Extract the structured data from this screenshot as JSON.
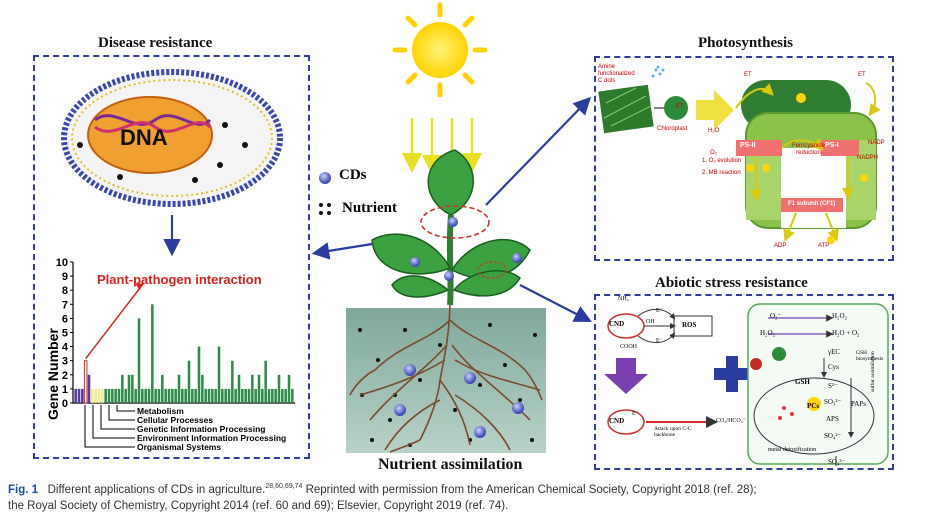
{
  "titles": {
    "disease": "Disease resistance",
    "photosynthesis": "Photosynthesis",
    "abiotic": "Abiotic stress resistance",
    "nutrient": "Nutrient assimilation"
  },
  "legend": {
    "cds": "CDs",
    "nutrient": "Nutrient"
  },
  "dna": {
    "label": "DNA"
  },
  "gene_chart": {
    "annotation": "Plant-pathogen interaction",
    "ylabel": "Gene Number",
    "yticks": [
      "0",
      "1",
      "2",
      "3",
      "4",
      "5",
      "6",
      "7",
      "8",
      "9",
      "10"
    ],
    "categories": [
      "Metabolism",
      "Cellular Processes",
      "Genetic Information Processing",
      "Environment Information Processing",
      "Organismal Systems"
    ],
    "chart_data": {
      "type": "bar",
      "ylabel": "Gene Number",
      "ylim": [
        0,
        10
      ],
      "values": [
        1,
        1,
        1,
        3,
        2,
        1,
        1,
        1,
        1,
        1,
        1,
        1,
        1,
        1,
        2,
        1,
        2,
        2,
        1,
        6,
        1,
        1,
        1,
        7,
        1,
        1,
        2,
        1,
        1,
        1,
        1,
        2,
        1,
        1,
        3,
        1,
        1,
        4,
        2,
        1,
        1,
        1,
        1,
        4,
        1,
        1,
        1,
        3,
        1,
        2,
        1,
        1,
        1,
        2,
        1,
        2,
        1,
        3,
        1,
        1,
        1,
        2,
        1,
        1,
        2,
        1
      ],
      "colors": [
        "#5a3a9a",
        "#5a3a9a",
        "#5a3a9a",
        "#ffffff",
        "#5a3a9a",
        "#ecec90",
        "#ecec90",
        "#ecec90",
        "#ecec90",
        "#2e8b4a",
        "#2e8b4a",
        "#2e8b4a",
        "#2e8b4a",
        "#2e8b4a",
        "#2e8b4a",
        "#2e8b4a",
        "#2e8b4a",
        "#2e8b4a",
        "#2e8b4a",
        "#2e8b4a",
        "#2e8b4a",
        "#2e8b4a",
        "#2e8b4a",
        "#2e8b4a",
        "#2e8b4a",
        "#2e8b4a",
        "#2e8b4a",
        "#2e8b4a",
        "#2e8b4a",
        "#2e8b4a",
        "#2e8b4a",
        "#2e8b4a",
        "#2e8b4a",
        "#2e8b4a",
        "#2e8b4a",
        "#2e8b4a",
        "#2e8b4a",
        "#2e8b4a",
        "#2e8b4a",
        "#2e8b4a",
        "#2e8b4a",
        "#2e8b4a",
        "#2e8b4a",
        "#2e8b4a",
        "#2e8b4a",
        "#2e8b4a",
        "#2e8b4a",
        "#2e8b4a",
        "#2e8b4a",
        "#2e8b4a",
        "#2e8b4a",
        "#2e8b4a",
        "#2e8b4a",
        "#2e8b4a",
        "#2e8b4a",
        "#2e8b4a",
        "#2e8b4a",
        "#2e8b4a",
        "#2e8b4a",
        "#2e8b4a",
        "#2e8b4a",
        "#2e8b4a",
        "#2e8b4a",
        "#2e8b4a",
        "#2e8b4a",
        "#2e8b4a"
      ]
    }
  },
  "photo_labels": {
    "amine": "Amine functionalized C dots",
    "chloroplast": "Chloroplast",
    "et": "ET",
    "psii": "PS-II",
    "psi": "PS-I",
    "ferri": "Ferricyanide reduction",
    "h2o": "H₂O",
    "o2ev": "1. O₂ evolution",
    "mb": "2. MB reaction",
    "o2": "O₂",
    "nadp": "NADP",
    "nadph": "NADPH",
    "f1": "F1 subunit (CF1)",
    "adp": "ADP",
    "atp": "ATP"
  },
  "abiotic_labels": {
    "cnd": "CND",
    "ros": "ROS",
    "nh2": "NH₂",
    "oh": "OH",
    "cooh": "COOH",
    "e": "E⁻",
    "attack": "Attack upon C-C backbone",
    "co2": "CO₂/HCO₃⁻",
    "plus": "+",
    "o2m": "O₂⁻",
    "h2o2a": "H₂O₂",
    "h2o2b": "H₂O₂",
    "h2oo2": "H₂O + O₂",
    "gsh": "GSH",
    "gec": "γEC",
    "cys": "Cys",
    "s2": "S²⁻",
    "so3": "SO₃²⁻",
    "aps": "APS",
    "so4": "SO₄²⁻",
    "so4b": "SO₄²⁻",
    "paps": "PAPs",
    "pcs": "PCs",
    "gshbio": "GSH biosynthesis",
    "sulfur": "sulfur assimilation",
    "metal": "metal detoxification"
  },
  "caption": {
    "label": "Fig. 1",
    "text1": "Different applications of CDs in agriculture.",
    "refs": "28,60,69,74",
    "text2": " Reprinted with permission from the American Chemical Society, Copyright 2018 (ref. 28);",
    "line2": "the Royal Society of Chemistry, Copyright 2014 (ref. 60 and 69); Elsevier, Copyright 2019 (ref. 74)."
  }
}
